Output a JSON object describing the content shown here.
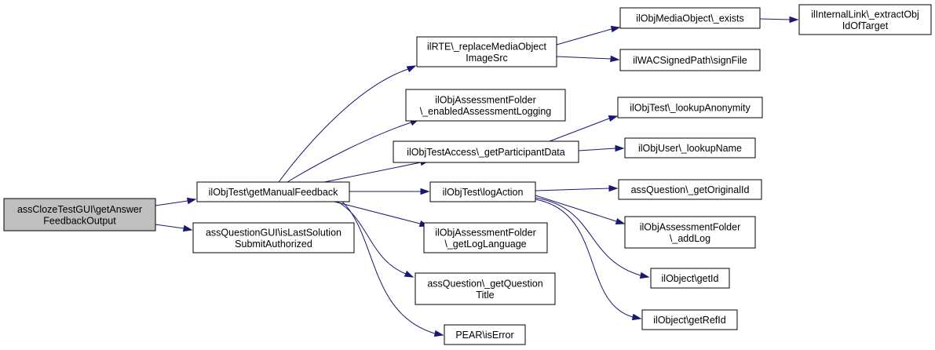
{
  "colors": {
    "edge": "#191970",
    "node_fill": "#ffffff",
    "root_fill": "#bfbfbf",
    "border": "#000000"
  },
  "nodes": {
    "n0": {
      "lines": [
        "assClozeTestGUI\\getAnswer",
        "FeedbackOutput"
      ]
    },
    "n1": {
      "lines": [
        "ilObjTest\\getManualFeedback"
      ]
    },
    "n2": {
      "lines": [
        "assQuestionGUI\\isLastSolution",
        "SubmitAuthorized"
      ]
    },
    "n3": {
      "lines": [
        "ilRTE\\_replaceMediaObject",
        "ImageSrc"
      ]
    },
    "n4": {
      "lines": [
        "ilObjAssessmentFolder",
        "\\_enabledAssessmentLogging"
      ]
    },
    "n5": {
      "lines": [
        "ilObjTestAccess\\_getParticipantData"
      ]
    },
    "n6": {
      "lines": [
        "ilObjTest\\logAction"
      ]
    },
    "n7": {
      "lines": [
        "ilObjAssessmentFolder",
        "\\_getLogLanguage"
      ]
    },
    "n8": {
      "lines": [
        "assQuestion\\_getQuestion",
        "Title"
      ]
    },
    "n9": {
      "lines": [
        "PEAR\\isError"
      ]
    },
    "n10": {
      "lines": [
        "ilObjMediaObject\\_exists"
      ]
    },
    "n11": {
      "lines": [
        "ilWACSignedPath\\signFile"
      ]
    },
    "n12": {
      "lines": [
        "ilInternalLink\\_extractObj",
        "IdOfTarget"
      ]
    },
    "n13": {
      "lines": [
        "ilObjTest\\_lookupAnonymity"
      ]
    },
    "n14": {
      "lines": [
        "ilObjUser\\_lookupName"
      ]
    },
    "n15": {
      "lines": [
        "assQuestion\\_getOriginalId"
      ]
    },
    "n16": {
      "lines": [
        "ilObjAssessmentFolder",
        "\\_addLog"
      ]
    },
    "n17": {
      "lines": [
        "ilObject\\getId"
      ]
    },
    "n18": {
      "lines": [
        "ilObject\\getRefId"
      ]
    }
  }
}
